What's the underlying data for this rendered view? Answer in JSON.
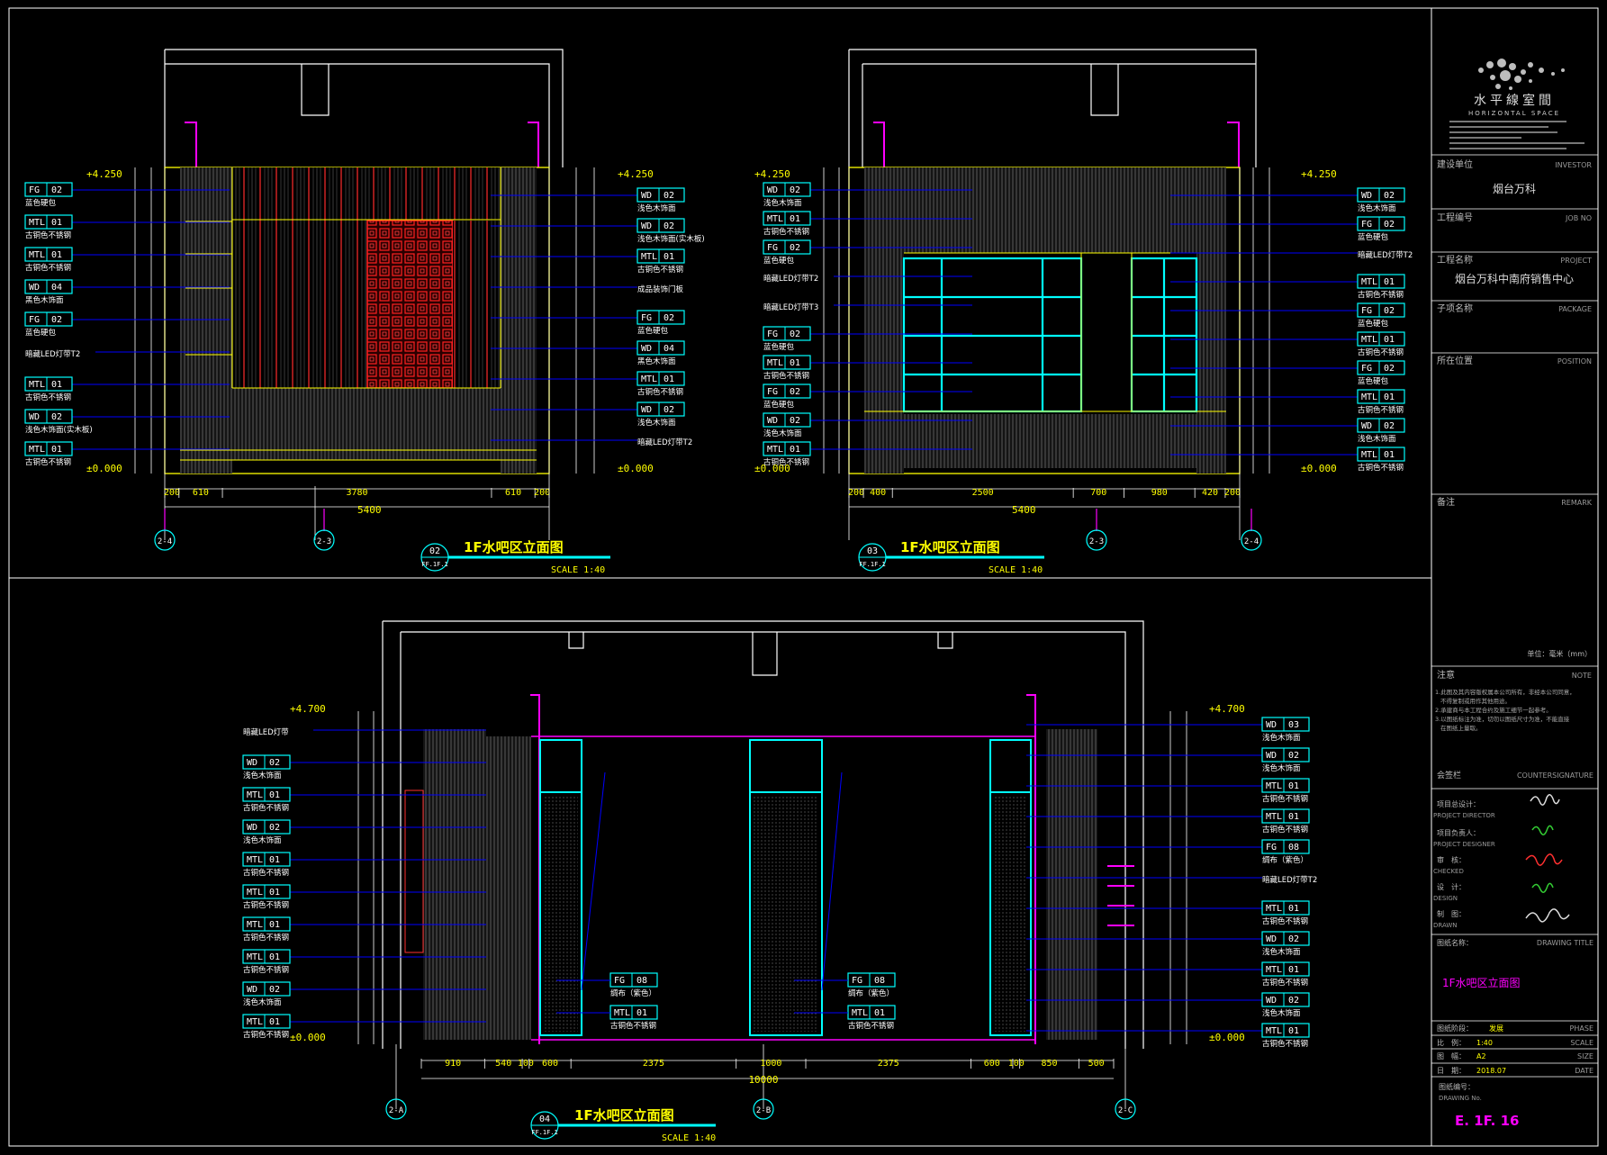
{
  "title_block": {
    "company_cn": "水平線室間",
    "company_en": "HORIZONTAL SPACE",
    "investor_cn": "建设单位",
    "investor_en": "INVESTOR",
    "investor_value": "烟台万科",
    "job_no_cn": "工程编号",
    "job_no_en": "JOB NO",
    "project_cn": "工程名称",
    "project_en": "PROJECT",
    "project_value": "烟台万科中南府销售中心",
    "package_cn": "子项名称",
    "package_en": "PACKAGE",
    "position_cn": "所在位置",
    "position_en": "POSITION",
    "remark_cn": "备注",
    "remark_en": "REMARK",
    "unit_note": "单位：毫米（mm）",
    "note_cn": "注意",
    "note_en": "NOTE",
    "notes": [
      "1.此图及其内容版权属本公司所有，非经本公司同意，",
      "不得复制或用作其他用途。",
      "2.承建商与本工程合约及施工细节一起参考。",
      "3.以图纸标注为准，切勿以图纸尺寸为准，不能直接",
      "在图纸上量取。"
    ],
    "countersign_cn": "会签栏",
    "countersign_en": "COUNTERSIGNATURE",
    "director_cn": "项目总设计：",
    "director_en": "PROJECT DIRECTOR",
    "designer_cn": "项目负责人：",
    "designer_en": "PROJECT DESIGNER",
    "checked_cn": "审　核：",
    "checked_en": "CHECKED",
    "design_cn": "设　计：",
    "design_en": "DESIGN",
    "drawn_cn": "制　图：",
    "drawn_en": "DRAWN",
    "drawing_title_cn": "图纸名称：",
    "drawing_title_en": "DRAWING TITLE",
    "drawing_title_value": "1F水吧区立面图",
    "phase_cn": "图纸阶段：",
    "phase_value": "发展",
    "phase_en": "PHASE",
    "scale_cn": "比　例：",
    "scale_value": "1:40",
    "scale_en": "SCALE",
    "size_cn": "图　幅：",
    "size_value": "A2",
    "size_en": "SIZE",
    "date_cn": "日　期：",
    "date_value": "2018.07",
    "date_en": "DATE",
    "drawing_no_cn": "图纸编号：",
    "drawing_no_en": "DRAWING No.",
    "drawing_no_value": "E. 1F. 16"
  },
  "views": [
    {
      "number": "02",
      "ref": "FF.1F.1",
      "title": "1F水吧区立面图",
      "scale": "SCALE 1:40"
    },
    {
      "number": "03",
      "ref": "FF.1F.1",
      "title": "1F水吧区立面图",
      "scale": "SCALE 1:40"
    },
    {
      "number": "04",
      "ref": "FF.1F.1",
      "title": "1F水吧区立面图",
      "scale": "SCALE 1:40"
    }
  ],
  "elev02": {
    "top_level": "+4.250",
    "bottom_level": "±0.000",
    "axes": [
      "2-4",
      "2-3"
    ],
    "bottom_dims": [
      "200",
      "610",
      "3780",
      "610",
      "200"
    ],
    "total": "5400",
    "left_tags": [
      {
        "code": "FG",
        "num": "02",
        "desc": "蓝色硬包"
      },
      {
        "code": "MTL",
        "num": "01",
        "desc": "古铜色不锈钢"
      },
      {
        "code": "MTL",
        "num": "01",
        "desc": "古铜色不锈钢"
      },
      {
        "code": "WD",
        "num": "04",
        "desc": "黑色木饰面"
      },
      {
        "code": "FG",
        "num": "02",
        "desc": "蓝色硬包"
      },
      {
        "code": "",
        "num": "",
        "desc": "暗藏LED灯带T2"
      },
      {
        "code": "MTL",
        "num": "01",
        "desc": "古铜色不锈钢"
      },
      {
        "code": "WD",
        "num": "02",
        "desc": "浅色木饰面(实木板)"
      },
      {
        "code": "MTL",
        "num": "01",
        "desc": "古铜色不锈钢"
      }
    ],
    "right_tags": [
      {
        "code": "WD",
        "num": "02",
        "desc": "浅色木饰面"
      },
      {
        "code": "WD",
        "num": "02",
        "desc": "浅色木饰面(实木板)"
      },
      {
        "code": "MTL",
        "num": "01",
        "desc": "古铜色不锈钢"
      },
      {
        "code": "",
        "num": "",
        "desc": "成品装饰门板"
      },
      {
        "code": "FG",
        "num": "02",
        "desc": "蓝色硬包"
      },
      {
        "code": "WD",
        "num": "04",
        "desc": "黑色木饰面"
      },
      {
        "code": "MTL",
        "num": "01",
        "desc": "古铜色不锈钢"
      },
      {
        "code": "WD",
        "num": "02",
        "desc": "浅色木饰面"
      },
      {
        "code": "",
        "num": "",
        "desc": "暗藏LED灯带T2"
      }
    ]
  },
  "elev03": {
    "top_level": "+4.250",
    "bottom_level": "±0.000",
    "axes": [
      "2-3",
      "2-4"
    ],
    "bottom_dims": [
      "200",
      "400",
      "2500",
      "700",
      "980",
      "420",
      "200"
    ],
    "total": "5400",
    "left_tags": [
      {
        "code": "WD",
        "num": "02",
        "desc": "浅色木饰面"
      },
      {
        "code": "MTL",
        "num": "01",
        "desc": "古铜色不锈钢"
      },
      {
        "code": "FG",
        "num": "02",
        "desc": "蓝色硬包"
      },
      {
        "code": "",
        "num": "",
        "desc": "暗藏LED灯带T2"
      },
      {
        "code": "",
        "num": "",
        "desc": "暗藏LED灯带T3"
      },
      {
        "code": "FG",
        "num": "02",
        "desc": "蓝色硬包"
      },
      {
        "code": "MTL",
        "num": "01",
        "desc": "古铜色不锈钢"
      },
      {
        "code": "FG",
        "num": "02",
        "desc": "蓝色硬包"
      },
      {
        "code": "WD",
        "num": "02",
        "desc": "浅色木饰面"
      },
      {
        "code": "MTL",
        "num": "01",
        "desc": "古铜色不锈钢"
      }
    ],
    "right_tags": [
      {
        "code": "WD",
        "num": "02",
        "desc": "浅色木饰面"
      },
      {
        "code": "FG",
        "num": "02",
        "desc": "蓝色硬包"
      },
      {
        "code": "",
        "num": "",
        "desc": "暗藏LED灯带T2"
      },
      {
        "code": "MTL",
        "num": "01",
        "desc": "古铜色不锈钢"
      },
      {
        "code": "FG",
        "num": "02",
        "desc": "蓝色硬包"
      },
      {
        "code": "MTL",
        "num": "01",
        "desc": "古铜色不锈钢"
      },
      {
        "code": "FG",
        "num": "02",
        "desc": "蓝色硬包"
      },
      {
        "code": "MTL",
        "num": "01",
        "desc": "古铜色不锈钢"
      },
      {
        "code": "WD",
        "num": "02",
        "desc": "浅色木饰面"
      },
      {
        "code": "MTL",
        "num": "01",
        "desc": "古铜色不锈钢"
      }
    ]
  },
  "elev04": {
    "top_level": "+4.700",
    "bottom_level": "±0.000",
    "axes": [
      "2-A",
      "2-B",
      "2-C"
    ],
    "bottom_dims": [
      "910",
      "540",
      "100",
      "600",
      "2375",
      "1000",
      "2375",
      "600",
      "100",
      "850",
      "500"
    ],
    "total": "10000",
    "left_tags": [
      {
        "code": "",
        "num": "",
        "desc": "暗藏LED灯带"
      },
      {
        "code": "WD",
        "num": "02",
        "desc": "浅色木饰面"
      },
      {
        "code": "MTL",
        "num": "01",
        "desc": "古铜色不锈钢"
      },
      {
        "code": "WD",
        "num": "02",
        "desc": "浅色木饰面"
      },
      {
        "code": "MTL",
        "num": "01",
        "desc": "古铜色不锈钢"
      },
      {
        "code": "MTL",
        "num": "01",
        "desc": "古铜色不锈钢"
      },
      {
        "code": "MTL",
        "num": "01",
        "desc": "古铜色不锈钢"
      },
      {
        "code": "MTL",
        "num": "01",
        "desc": "古铜色不锈钢"
      },
      {
        "code": "WD",
        "num": "02",
        "desc": "浅色木饰面"
      },
      {
        "code": "MTL",
        "num": "01",
        "desc": "古铜色不锈钢"
      }
    ],
    "right_tags": [
      {
        "code": "WD",
        "num": "03",
        "desc": "浅色木饰面"
      },
      {
        "code": "WD",
        "num": "02",
        "desc": "浅色木饰面"
      },
      {
        "code": "MTL",
        "num": "01",
        "desc": "古铜色不锈钢"
      },
      {
        "code": "MTL",
        "num": "01",
        "desc": "古铜色不锈钢"
      },
      {
        "code": "FG",
        "num": "08",
        "desc": "绸布（紫色）"
      },
      {
        "code": "",
        "num": "",
        "desc": "暗藏LED灯带T2"
      },
      {
        "code": "MTL",
        "num": "01",
        "desc": "古铜色不锈钢"
      },
      {
        "code": "WD",
        "num": "02",
        "desc": "浅色木饰面"
      },
      {
        "code": "MTL",
        "num": "01",
        "desc": "古铜色不锈钢"
      },
      {
        "code": "WD",
        "num": "02",
        "desc": "浅色木饰面"
      },
      {
        "code": "MTL",
        "num": "01",
        "desc": "古铜色不锈钢"
      }
    ],
    "center_tags": [
      {
        "code": "FG",
        "num": "08",
        "desc": "绸布（紫色）"
      },
      {
        "code": "MTL",
        "num": "01",
        "desc": "古铜色不锈钢"
      },
      {
        "code": "FG",
        "num": "08",
        "desc": "绸布（紫色）"
      },
      {
        "code": "MTL",
        "num": "01",
        "desc": "古铜色不锈钢"
      }
    ]
  }
}
